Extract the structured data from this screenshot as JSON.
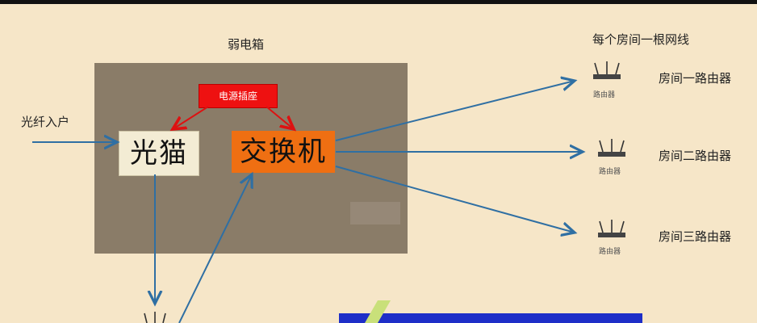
{
  "weak_box_title": "弱电箱",
  "fiber_in_label": "光纤入户",
  "modem_label": "光猫",
  "switch_label": "交换机",
  "power_socket_label": "电源插座",
  "top_right_caption": "每个房间一根网线",
  "router_icon_caption": "路由器",
  "routers": [
    {
      "label": "房间一路由器"
    },
    {
      "label": "房间二路由器"
    },
    {
      "label": "房间三路由器"
    }
  ],
  "colors": {
    "background": "#f6e6c8",
    "box": "#8a7c68",
    "switch": "#ef6f12",
    "power": "#ee1111",
    "arrow_blue": "#2f6fa3",
    "arrow_red": "#dd1111"
  }
}
